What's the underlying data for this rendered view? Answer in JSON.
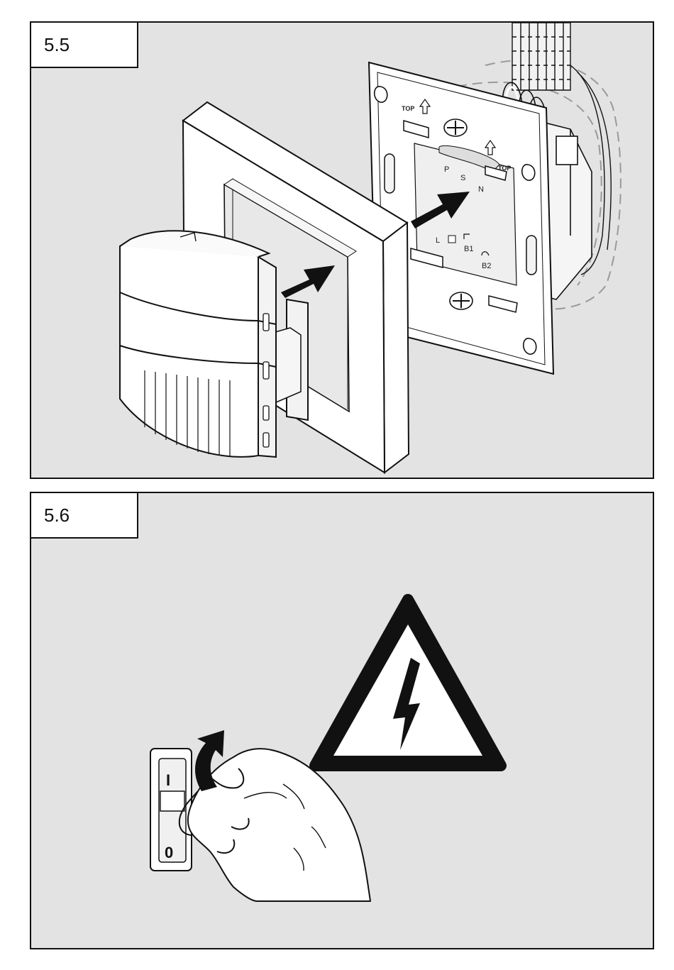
{
  "steps": [
    {
      "label": "5.5",
      "plate_labels": {
        "top_left": "TOP",
        "top_right": "TOP",
        "p": "P",
        "s": "S",
        "n": "N",
        "l": "L",
        "b1": "B1",
        "b2": "B2"
      }
    },
    {
      "label": "5.6",
      "switch_on": "I",
      "switch_off": "0"
    }
  ],
  "colors": {
    "panel_bg": "#e3e3e3",
    "line": "#111111",
    "arrow": "#111111",
    "part_fill": "#ffffff",
    "wire_guide": "#9a9a9a"
  },
  "icons": [
    "electric-hazard-warning-icon",
    "insert-arrow-icon",
    "turn-on-arrow-icon"
  ]
}
